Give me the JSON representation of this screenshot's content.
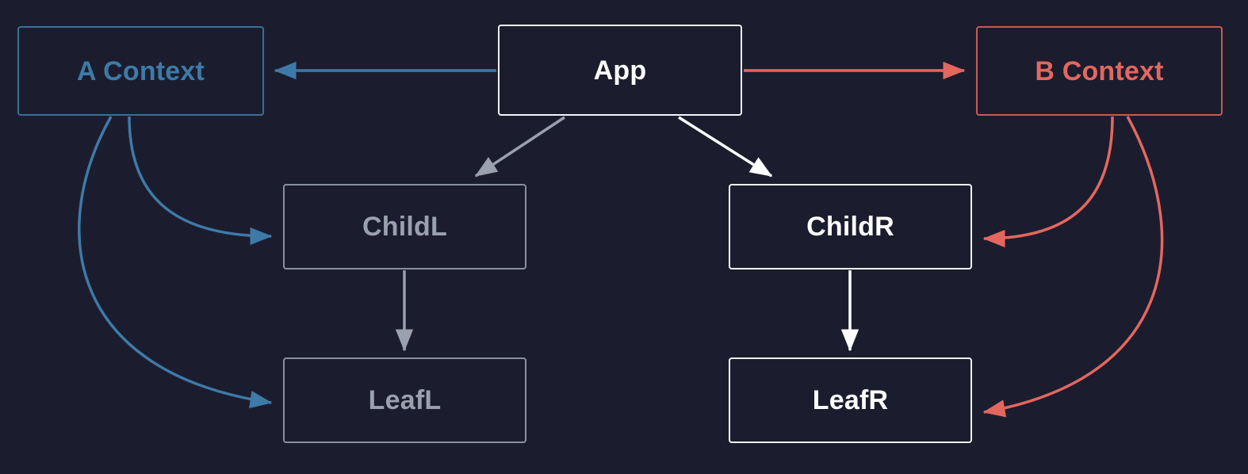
{
  "diagram": {
    "title": "React context propagation diagram",
    "background_color": "#1b1d2e",
    "colors": {
      "context_a": "#3e7aa8",
      "context_a_border": "#3b6e96",
      "context_b": "#e4675f",
      "context_b_border": "#c85a55",
      "active_bright": "#ffffff",
      "inactive_dim": "#9aa0ad",
      "background": "#1b1d2e"
    },
    "nodes": [
      {
        "id": "a-context",
        "label": "A Context",
        "theme": "blue",
        "state": "context-provider"
      },
      {
        "id": "app",
        "label": "App",
        "theme": "bright",
        "state": "active"
      },
      {
        "id": "b-context",
        "label": "B Context",
        "theme": "red",
        "state": "context-provider"
      },
      {
        "id": "childl",
        "label": "ChildL",
        "theme": "dim",
        "state": "inactive"
      },
      {
        "id": "childr",
        "label": "ChildR",
        "theme": "bright",
        "state": "active"
      },
      {
        "id": "leafl",
        "label": "LeafL",
        "theme": "dim",
        "state": "inactive"
      },
      {
        "id": "leafr",
        "label": "LeafR",
        "theme": "bright",
        "state": "active"
      }
    ],
    "edges": [
      {
        "id": "app-to-a-context",
        "from": "app",
        "to": "a-context",
        "color": "#3e7aa8",
        "style": "straight"
      },
      {
        "id": "app-to-b-context",
        "from": "app",
        "to": "b-context",
        "color": "#e4675f",
        "style": "straight"
      },
      {
        "id": "app-to-childl",
        "from": "app",
        "to": "childl",
        "color": "#9aa0ad",
        "style": "straight"
      },
      {
        "id": "app-to-childr",
        "from": "app",
        "to": "childr",
        "color": "#ffffff",
        "style": "straight"
      },
      {
        "id": "childl-to-leafl",
        "from": "childl",
        "to": "leafl",
        "color": "#9aa0ad",
        "style": "straight"
      },
      {
        "id": "childr-to-leafr",
        "from": "childr",
        "to": "leafr",
        "color": "#ffffff",
        "style": "straight"
      },
      {
        "id": "a-context-to-childl",
        "from": "a-context",
        "to": "childl",
        "color": "#3e7aa8",
        "style": "curved"
      },
      {
        "id": "a-context-to-leafl",
        "from": "a-context",
        "to": "leafl",
        "color": "#3e7aa8",
        "style": "curved"
      },
      {
        "id": "b-context-to-childr",
        "from": "b-context",
        "to": "childr",
        "color": "#e4675f",
        "style": "curved"
      },
      {
        "id": "b-context-to-leafr",
        "from": "b-context",
        "to": "leafr",
        "color": "#e4675f",
        "style": "curved"
      }
    ]
  }
}
